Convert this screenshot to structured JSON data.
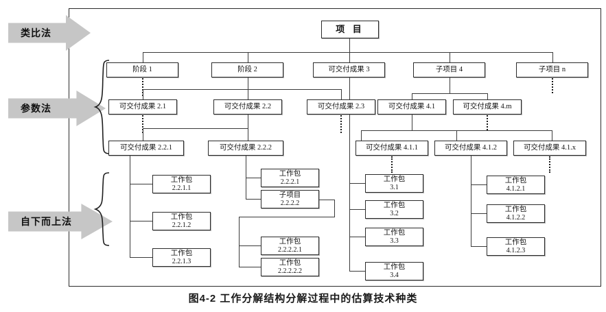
{
  "figure": {
    "caption": "图4-2  工作分解结构分解过程中的估算技术种类"
  },
  "estimation_techniques": [
    {
      "id": "analogous",
      "label": "类比法"
    },
    {
      "id": "parametric",
      "label": "参数法"
    },
    {
      "id": "bottom-up",
      "label": "自下而上法"
    }
  ],
  "wbs": {
    "root": {
      "label": "项  目"
    },
    "level1": [
      {
        "label": "阶段 1"
      },
      {
        "label": "阶段 2"
      },
      {
        "label": "可交付成果 3"
      },
      {
        "label": "子项目 4"
      },
      {
        "label": "子项目 n"
      }
    ],
    "level2": [
      {
        "label": "可交付成果 2.1"
      },
      {
        "label": "可交付成果 2.2"
      },
      {
        "label": "可交付成果 2.3"
      },
      {
        "label": "可交付成果 4.1"
      },
      {
        "label": "可交付成果 4.m"
      }
    ],
    "level3": [
      {
        "label": "可交付成果 2.2.1"
      },
      {
        "label": "可交付成果 2.2.2"
      },
      {
        "label": "可交付成果 4.1.1"
      },
      {
        "label": "可交付成果 4.1.2"
      },
      {
        "label": "可交付成果 4.1.x"
      }
    ],
    "work_packages_221": [
      {
        "line1": "工作包",
        "line2": "2.2.1.1"
      },
      {
        "line1": "工作包",
        "line2": "2.2.1.2"
      },
      {
        "line1": "工作包",
        "line2": "2.2.1.3"
      }
    ],
    "work_packages_222": [
      {
        "line1": "工作包",
        "line2": "2.2.2.1"
      },
      {
        "line1": "子项目",
        "line2": "2.2.2.2"
      }
    ],
    "work_packages_2222": [
      {
        "line1": "工作包",
        "line2": "2.2.2.2.1"
      },
      {
        "line1": "工作包",
        "line2": "2.2.2.2.2"
      }
    ],
    "work_packages_3": [
      {
        "line1": "工作包",
        "line2": "3.1"
      },
      {
        "line1": "工作包",
        "line2": "3.2"
      },
      {
        "line1": "工作包",
        "line2": "3.3"
      },
      {
        "line1": "工作包",
        "line2": "3.4"
      }
    ],
    "work_packages_412": [
      {
        "line1": "工作包",
        "line2": "4.1.2.1"
      },
      {
        "line1": "工作包",
        "line2": "4.1.2.2"
      },
      {
        "line1": "工作包",
        "line2": "4.1.2.3"
      }
    ]
  },
  "colors": {
    "arrow_fill": "#c6c6c6",
    "line": "#3a3a3a",
    "box_border": "#2a2a2a",
    "text": "#111111"
  }
}
